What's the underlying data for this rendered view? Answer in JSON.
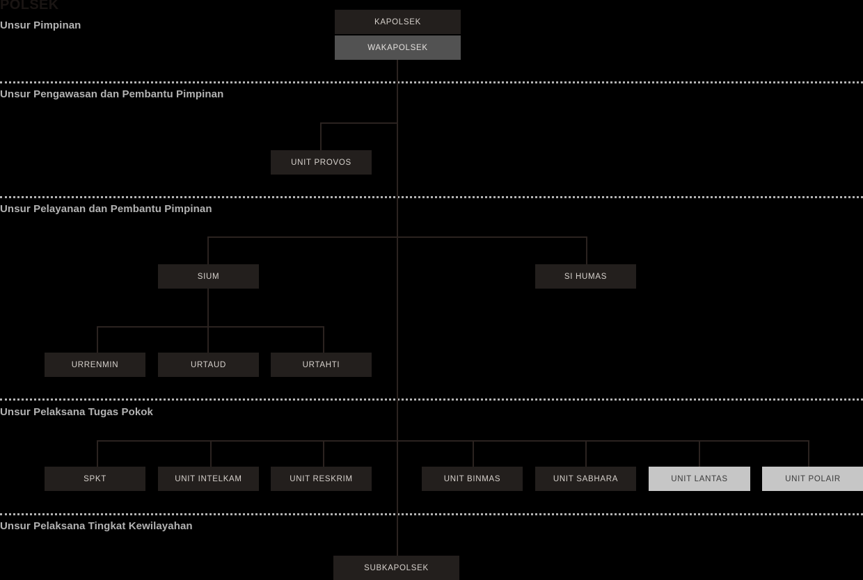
{
  "org_title": "POLSEK",
  "colors": {
    "background": "#000000",
    "node_dark": "#231f1d",
    "node_gray": "#525252",
    "node_light": "#c6c6c6",
    "connector": "#2b2320",
    "section_label": "#b3b3b3",
    "title": "#1a1513"
  },
  "sections": [
    {
      "label": "Unsur Pimpinan"
    },
    {
      "label": "Unsur Pengawasan dan Pembantu Pimpinan"
    },
    {
      "label": "Unsur Pelayanan dan Pembantu Pimpinan"
    },
    {
      "label": "Unsur Pelaksana Tugas Pokok"
    },
    {
      "label": "Unsur Pelaksana Tingkat Kewilayahan"
    }
  ],
  "nodes": {
    "kapolsek": "KAPOLSEK",
    "wakapolsek": "WAKAPOLSEK",
    "unit_provos": "UNIT PROVOS",
    "sium": "SIUM",
    "si_humas": "SI HUMAS",
    "urrenmin": "URRENMIN",
    "urtaud": "URTAUD",
    "urtahti": "URTAHTI",
    "spkt": "SPKT",
    "unit_intelkam": "UNIT INTELKAM",
    "unit_reskrim": "UNIT RESKRIM",
    "unit_binmas": "UNIT BINMAS",
    "unit_sabhara": "UNIT SABHARA",
    "unit_lantas": "UNIT LANTAS",
    "unit_polair": "UNIT POLAIR",
    "subkapolsek": "SUBKAPOLSEK"
  },
  "chart_data": {
    "type": "diagram",
    "title": "POLSEK",
    "sections": [
      {
        "label": "Unsur Pimpinan",
        "members": [
          "KAPOLSEK",
          "WAKAPOLSEK"
        ]
      },
      {
        "label": "Unsur Pengawasan dan Pembantu Pimpinan",
        "members": [
          "UNIT PROVOS"
        ]
      },
      {
        "label": "Unsur Pelayanan dan Pembantu Pimpinan",
        "members": [
          "SIUM",
          "SI HUMAS",
          "URRENMIN",
          "URTAUD",
          "URTAHTI"
        ]
      },
      {
        "label": "Unsur Pelaksana Tugas Pokok",
        "members": [
          "SPKT",
          "UNIT INTELKAM",
          "UNIT RESKRIM",
          "UNIT BINMAS",
          "UNIT SABHARA",
          "UNIT LANTAS",
          "UNIT POLAIR"
        ]
      },
      {
        "label": "Unsur Pelaksana Tingkat Kewilayahan",
        "members": [
          "SUBKAPOLSEK"
        ]
      }
    ],
    "hierarchy": {
      "KAPOLSEK": [
        "WAKAPOLSEK"
      ],
      "WAKAPOLSEK": [
        "UNIT PROVOS",
        "SIUM",
        "SI HUMAS",
        "SPKT",
        "UNIT INTELKAM",
        "UNIT RESKRIM",
        "UNIT BINMAS",
        "UNIT SABHARA",
        "UNIT LANTAS",
        "UNIT POLAIR",
        "SUBKAPOLSEK"
      ],
      "SIUM": [
        "URRENMIN",
        "URTAUD",
        "URTAHTI"
      ]
    },
    "highlighted": [
      "UNIT LANTAS",
      "UNIT POLAIR"
    ]
  }
}
